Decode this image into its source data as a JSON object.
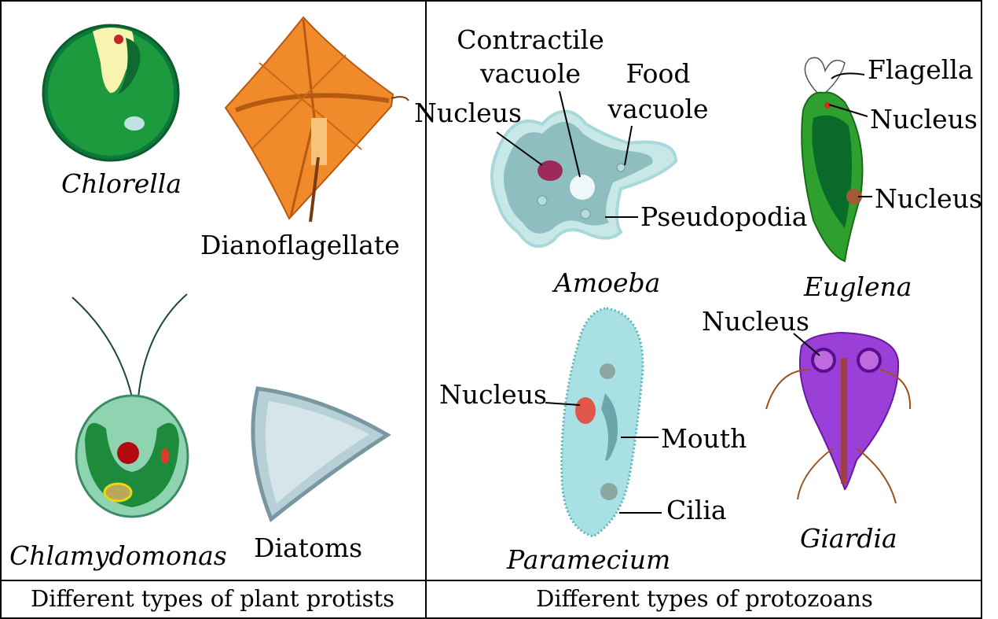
{
  "plant_panel": {
    "organisms": {
      "chlorella": "Chlorella",
      "dianoflagellate": "Dianoflagellate",
      "chlamydomonas": "Chlamydomonas",
      "diatoms": "Diatoms"
    },
    "caption": "Different types of plant protists"
  },
  "protozoa_panel": {
    "organisms": {
      "amoeba": "Amoeba",
      "euglena": "Euglena",
      "paramecium": "Paramecium",
      "giardia": "Giardia"
    },
    "labels": {
      "contractile_vacuole": [
        "Contractile",
        "vacuole"
      ],
      "food_vacuole": [
        "Food",
        "vacuole"
      ],
      "amoeba_nucleus": "Nucleus",
      "pseudopodia": "Pseudopodia",
      "flagella": "Flagella",
      "euglena_nucleus_top": "Nucleus",
      "euglena_nucleus": "Nucleus",
      "paramecium_nucleus": "Nucleus",
      "mouth": "Mouth",
      "cilia": "Cilia",
      "giardia_nucleus": "Nucleus"
    },
    "caption": "Different types of protozoans"
  }
}
